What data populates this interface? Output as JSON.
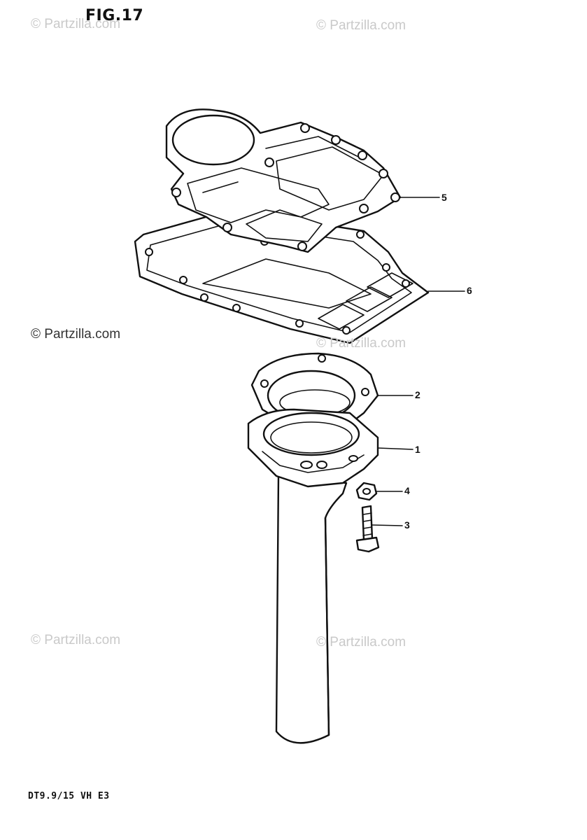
{
  "figure": {
    "title": "FIG.17",
    "model_code": "DT9.9/15 VH E3"
  },
  "watermark": {
    "text": "© Partzilla.com"
  },
  "callouts": {
    "part_1": "1",
    "part_2": "2",
    "part_3": "3",
    "part_4": "4",
    "part_5": "5",
    "part_6": "6"
  },
  "colors": {
    "line": "#111111",
    "watermark": "#c9c9c9",
    "background": "#ffffff"
  }
}
